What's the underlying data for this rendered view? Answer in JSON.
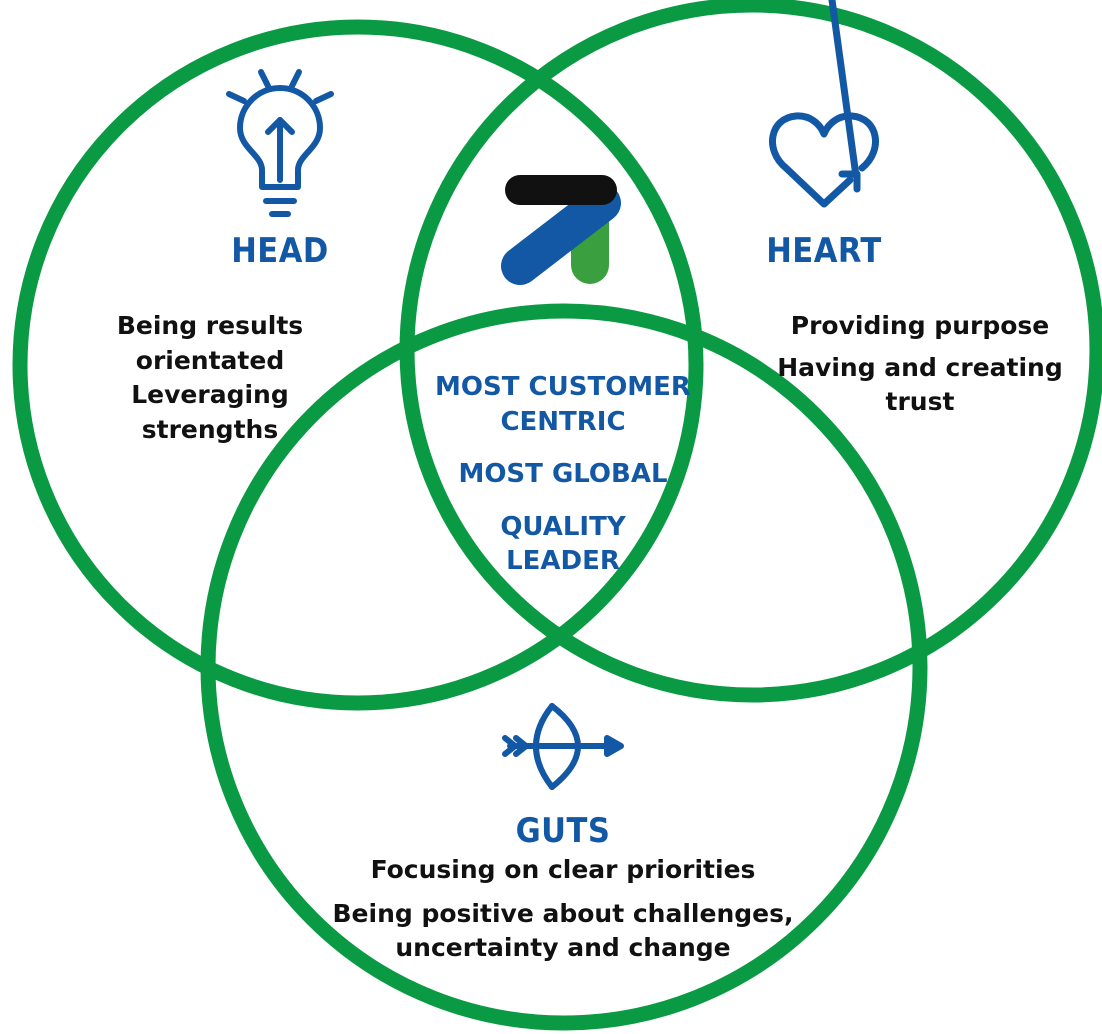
{
  "colors": {
    "circle": "#0a9a44",
    "blue": "#1358a4",
    "green": "#3a9f3e",
    "black": "#111111",
    "text": "#111111"
  },
  "head": {
    "icon": "lightbulb-icon",
    "title": "HEAD",
    "items": [
      {
        "lines": [
          "Being results",
          "orientated"
        ]
      },
      {
        "lines": [
          "Leveraging",
          "strengths"
        ]
      }
    ]
  },
  "heart": {
    "icon": "heart-arrow-icon",
    "title": "HEART",
    "items": [
      {
        "lines": [
          "Providing purpose"
        ]
      },
      {
        "lines": [
          "Having and creating",
          "trust"
        ]
      }
    ]
  },
  "guts": {
    "icon": "bow-arrow-icon",
    "title": "GUTS",
    "items": [
      {
        "lines": [
          "Focusing on clear priorities"
        ]
      },
      {
        "lines": [
          "Being positive about challenges,",
          "uncertainty and change"
        ]
      }
    ]
  },
  "center": {
    "logo": "arrow-logo",
    "items": [
      {
        "lines": [
          "MOST CUSTOMER",
          "CENTRIC"
        ]
      },
      {
        "lines": [
          "MOST GLOBAL"
        ]
      },
      {
        "lines": [
          "QUALITY",
          "LEADER"
        ]
      }
    ]
  }
}
